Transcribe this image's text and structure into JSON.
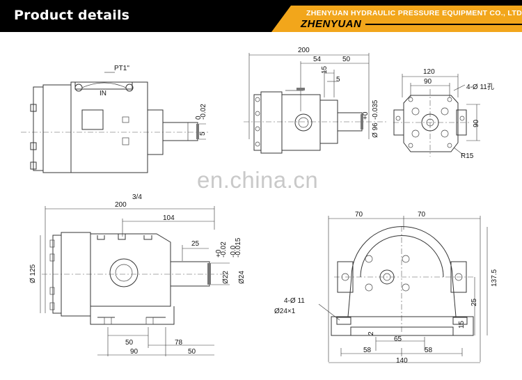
{
  "header": {
    "title": "Product details",
    "company": "ZHENYUAN HYDRAULIC PRESSURE EQUIPMENT CO., LTD",
    "brand": "ZHENYUAN"
  },
  "watermark": "en.china.cn",
  "view_top_left": {
    "labels": [
      "PT1\"",
      "IN",
      "3/4",
      "5",
      "-0.02",
      "0"
    ]
  },
  "view_top_middle": {
    "dims": [
      "200",
      "54",
      "50",
      "15",
      "5",
      "+0",
      "-0.035",
      "Ø 96"
    ]
  },
  "view_top_right": {
    "dims": [
      "120",
      "90",
      "4-Ø 11孔",
      "90",
      "R15"
    ]
  },
  "view_bottom_left": {
    "dims": [
      "200",
      "104",
      "25",
      "+0",
      "-0.02",
      "-0.0",
      "-0.015",
      "Ø 125",
      "Ø22",
      "Ø24",
      "50",
      "78",
      "90",
      "50"
    ]
  },
  "view_bottom_right": {
    "dims": [
      "70",
      "70",
      "4-Ø 11",
      "Ø24×1",
      "137.5",
      "25",
      "15",
      "65",
      "2",
      "58",
      "58",
      "140"
    ]
  }
}
